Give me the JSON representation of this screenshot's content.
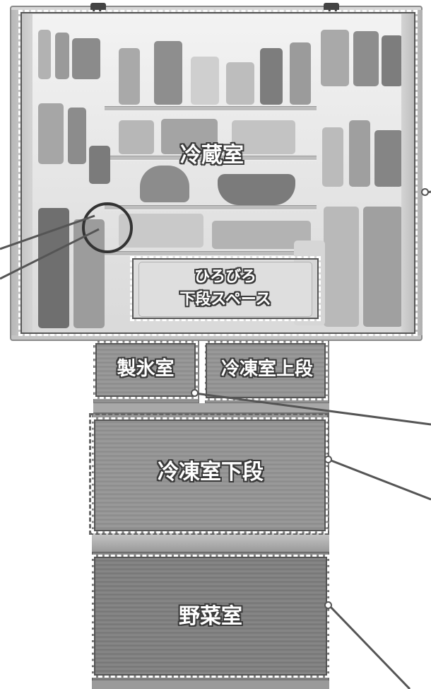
{
  "compartments": {
    "refrigerator": {
      "label": "冷蔵室"
    },
    "lower_space": {
      "label_line1": "ひろびろ",
      "label_line2": "下段スペース"
    },
    "ice_room": {
      "label": "製氷室"
    },
    "freezer_upper": {
      "label": "冷凍室上段"
    },
    "freezer_lower": {
      "label": "冷凍室下段"
    },
    "vegetable": {
      "label": "野菜室"
    }
  },
  "colors": {
    "label_fill": "#ffffff",
    "label_outline": "#3a3a3a",
    "callout_line": "#555555",
    "panel_metal": "#8f8f8f"
  }
}
